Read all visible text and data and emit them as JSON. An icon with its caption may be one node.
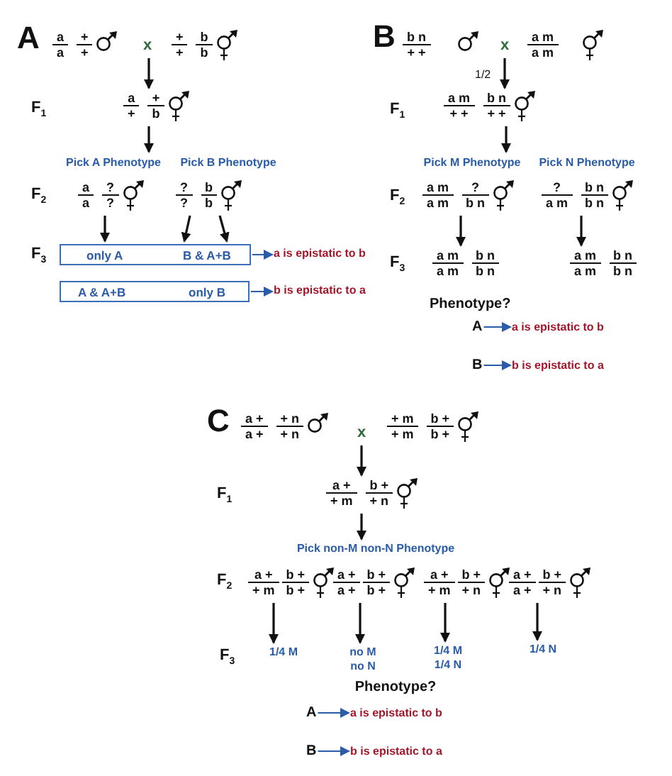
{
  "diagram": {
    "nodes": [
      {
        "text": [
          "a",
          "a",
          "+",
          "+"
        ]
      },
      {
        "text": [
          "x"
        ]
      },
      {
        "text": [
          "+",
          "+",
          "b",
          "b"
        ]
      },
      {
        "text": [
          "a",
          "+",
          "+",
          "b"
        ]
      },
      {
        "text": [
          "a",
          "a",
          "?",
          "?"
        ]
      },
      {
        "text": [
          "?",
          "?",
          "b",
          "b"
        ]
      },
      {
        "text": [
          "only A",
          "B & A+B"
        ]
      },
      {
        "text": [
          "a is epistatic to b"
        ]
      },
      {
        "text": [
          "A & A+B",
          "only B"
        ]
      },
      {
        "text": [
          "b is epistatic to a"
        ]
      },
      {
        "text": [
          "b n",
          "+ +"
        ]
      },
      {
        "text": [
          "x"
        ]
      },
      {
        "text": [
          "a m",
          "a m"
        ]
      },
      {
        "text": [
          "a m",
          "+ +",
          "b n",
          "+ +"
        ]
      },
      {
        "text": [
          "a m",
          "a m",
          "?",
          "b n"
        ]
      },
      {
        "text": [
          "?",
          "a m",
          "b n",
          "b n"
        ]
      },
      {
        "text": [
          "a m",
          "a m",
          "b n",
          "b n"
        ]
      },
      {
        "text": [
          "a m",
          "a m",
          "b n",
          "b n"
        ]
      },
      {
        "text": [
          "A"
        ]
      },
      {
        "text": [
          "a is epistatic to b"
        ]
      },
      {
        "text": [
          "B"
        ]
      },
      {
        "text": [
          "b is epistatic to a"
        ]
      },
      {
        "text": [
          "a +",
          "a +",
          "+ n",
          "+ n"
        ]
      },
      {
        "text": [
          "x"
        ]
      },
      {
        "text": [
          "+ m",
          "+ m",
          "b +",
          "b +"
        ]
      },
      {
        "text": [
          "a +",
          "+ m",
          "b +",
          "+ n"
        ]
      },
      {
        "text": [
          "a +",
          "+ m",
          "b +",
          "b +"
        ]
      },
      {
        "text": [
          "a +",
          "a +",
          "b +",
          "b +"
        ]
      },
      {
        "text": [
          "a +",
          "+ m",
          "b +",
          "+ n"
        ]
      },
      {
        "text": [
          "a +",
          "a +",
          "b +",
          "+ n"
        ]
      },
      {
        "text": [
          "1/4 M"
        ]
      },
      {
        "text": [
          "no M",
          "no N"
        ]
      },
      {
        "text": [
          "1/4 M",
          "1/4 N"
        ]
      },
      {
        "text": [
          "1/4 N"
        ]
      },
      {
        "text": [
          "A"
        ]
      },
      {
        "text": [
          "a is epistatic to b"
        ]
      },
      {
        "text": [
          "B"
        ]
      },
      {
        "text": [
          "b is epistatic to a"
        ]
      }
    ],
    "edges": [
      {
        "from": 1,
        "to": 3,
        "arrow": "to"
      },
      {
        "from": 3,
        "to": 4,
        "arrow": "to"
      },
      {
        "from": 4,
        "to": 6,
        "arrow": "to"
      },
      {
        "from": 5,
        "to": 6,
        "arrow": "to"
      },
      {
        "from": 5,
        "to": 6,
        "arrow": "to"
      },
      {
        "from": 6,
        "to": 7,
        "arrow": "to",
        "color": "#2a5ca8"
      },
      {
        "from": 8,
        "to": 9,
        "arrow": "to",
        "color": "#2a5ca8"
      },
      {
        "from": 11,
        "to": 13,
        "arrow": "to",
        "label": "1/2"
      },
      {
        "from": 13,
        "to": 14,
        "arrow": "to"
      },
      {
        "from": 14,
        "to": 16,
        "arrow": "to"
      },
      {
        "from": 15,
        "to": 17,
        "arrow": "to"
      },
      {
        "from": 18,
        "to": 19,
        "arrow": "to",
        "color": "#2a5ca8"
      },
      {
        "from": 20,
        "to": 21,
        "arrow": "to",
        "color": "#2a5ca8"
      },
      {
        "from": 23,
        "to": 25,
        "arrow": "to"
      },
      {
        "from": 25,
        "to": 27,
        "arrow": "to"
      },
      {
        "from": 26,
        "to": 30,
        "arrow": "to"
      },
      {
        "from": 27,
        "to": 31,
        "arrow": "to"
      },
      {
        "from": 28,
        "to": 32,
        "arrow": "to"
      },
      {
        "from": 29,
        "to": 33,
        "arrow": "to"
      },
      {
        "from": 34,
        "to": 35,
        "arrow": "to",
        "color": "#2a5ca8"
      },
      {
        "from": 36,
        "to": 37,
        "arrow": "to",
        "color": "#2a5ca8"
      }
    ],
    "labels": [
      "A",
      "F$_{1}$",
      "Pick A Phenotype",
      "Pick B Phenotype",
      "F$_{2}$",
      "F$_{3}$",
      "B",
      "F$_{1}$",
      "Pick M Phenotype",
      "Pick N Phenotype",
      "F$_{2}$",
      "F$_{3}$",
      "Phenotype?",
      "C",
      "F$_{1}$",
      "Pick non-M non-N Phenotype",
      "F$_{2}$",
      "F$_{3}$",
      "Phenotype?"
    ]
  }
}
